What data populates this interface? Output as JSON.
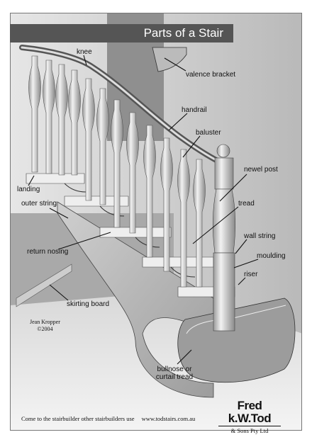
{
  "title": "Parts of a Stair",
  "labels": {
    "knee": "knee",
    "valence_bracket": "valence bracket",
    "handrail": "handrail",
    "baluster": "baluster",
    "newel_post": "newel post",
    "landing": "landing",
    "outer_string": "outer string",
    "tread": "tread",
    "wall_string": "wall string",
    "return_nosing": "return nosing",
    "moulding": "moulding",
    "riser": "riser",
    "skirting_board": "skirting board",
    "bullnose_line1": "bullnose or",
    "bullnose_line2": "curtail tread"
  },
  "credit": {
    "author": "Jean Kropper",
    "year": "©2004"
  },
  "footer": {
    "text": "Come to the stairbuilder other stairbuilders use",
    "url": "www.todstairs.com.au"
  },
  "brand": {
    "name": "Fred k.W.Tod",
    "sub": "& Sons Pty Ltd"
  },
  "colors": {
    "title_bar": "#555555",
    "line": "#111111"
  }
}
